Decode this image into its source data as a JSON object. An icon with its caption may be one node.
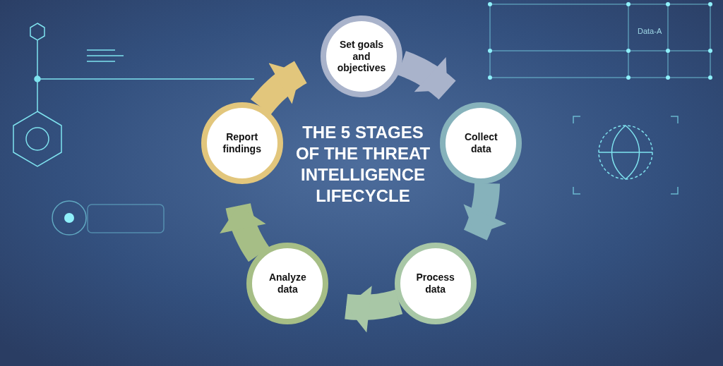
{
  "diagram": {
    "title": "THE 5 STAGES OF THE THREAT INTELLIGENCE LIFECYCLE",
    "nodes": [
      {
        "text": [
          "Set goals and objectives"
        ]
      },
      {
        "text": [
          "Collect data"
        ]
      },
      {
        "text": [
          "Process data"
        ]
      },
      {
        "text": [
          "Analyze data"
        ]
      },
      {
        "text": [
          "Report findings"
        ]
      }
    ],
    "edges": [
      {
        "from": 0,
        "to": 1,
        "arrow": "to",
        "color": "#a9b3cb"
      },
      {
        "from": 1,
        "to": 2,
        "arrow": "to",
        "color": "#86b2bb"
      },
      {
        "from": 2,
        "to": 3,
        "arrow": "to",
        "color": "#a8c7a6"
      },
      {
        "from": 3,
        "to": 4,
        "arrow": "to",
        "color": "#a6be86"
      },
      {
        "from": 4,
        "to": 0,
        "arrow": "to",
        "color": "#e2c67c"
      }
    ],
    "labels": [
      "Data-A"
    ]
  }
}
